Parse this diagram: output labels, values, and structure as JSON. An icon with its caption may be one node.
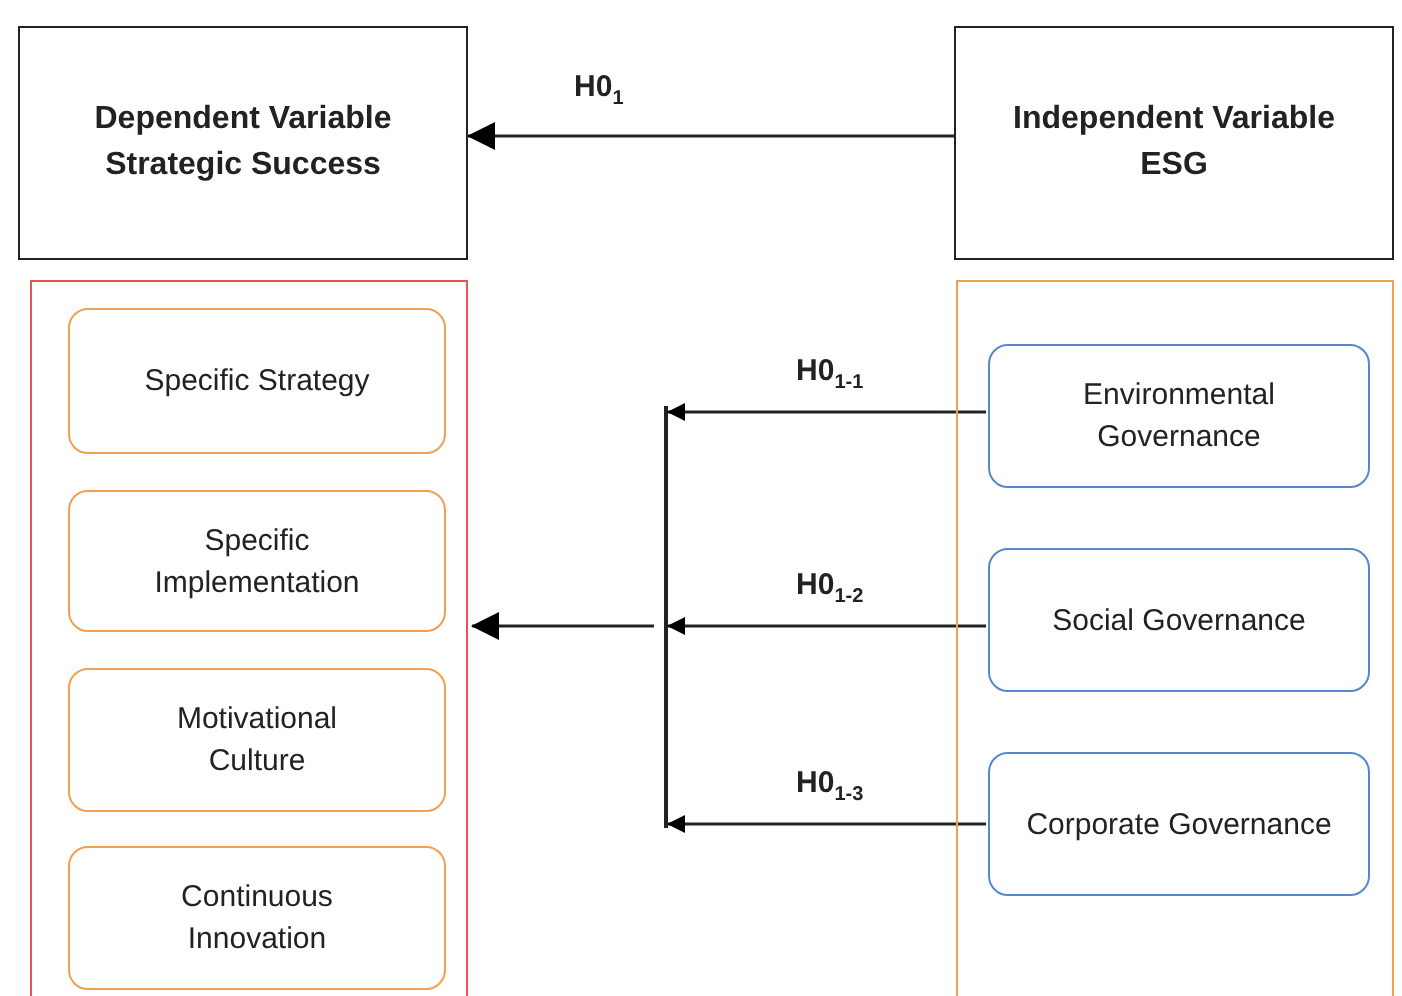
{
  "diagram": {
    "nodes": [
      {
        "text": [
          "Dependent Variable Strategic Success"
        ]
      },
      {
        "text": [
          "Independent Variable ESG"
        ]
      },
      {
        "text": [],
        "shape": "box"
      },
      {
        "text": [
          "Specific Strategy"
        ],
        "in": 2
      },
      {
        "text": [
          "Specific Implementation"
        ],
        "in": 2
      },
      {
        "text": [
          "Motivational Culture"
        ],
        "in": 2
      },
      {
        "text": [
          "Continuous Innovation"
        ],
        "in": 2
      },
      {
        "text": [],
        "shape": "box"
      },
      {
        "text": [
          "Environmental Governance"
        ],
        "in": 7
      },
      {
        "text": [
          "Social Governance"
        ],
        "in": 7
      },
      {
        "text": [
          "Corporate Governance"
        ],
        "in": 7
      },
      {
        "text": [],
        "shape": "bar"
      }
    ],
    "edges": [
      {
        "from": 1,
        "to": 0,
        "arrow": "to",
        "label": "H0$_{1}$"
      },
      {
        "from": 8,
        "to": 11,
        "arrow": "to",
        "label": "H0$_{1-1}$"
      },
      {
        "from": 9,
        "to": 11,
        "arrow": "to",
        "label": "H0$_{1-2}$"
      },
      {
        "from": 10,
        "to": 11,
        "arrow": "to",
        "label": "H0$_{1-3}$"
      },
      {
        "from": 11,
        "to": 2,
        "arrow": "to"
      }
    ]
  }
}
